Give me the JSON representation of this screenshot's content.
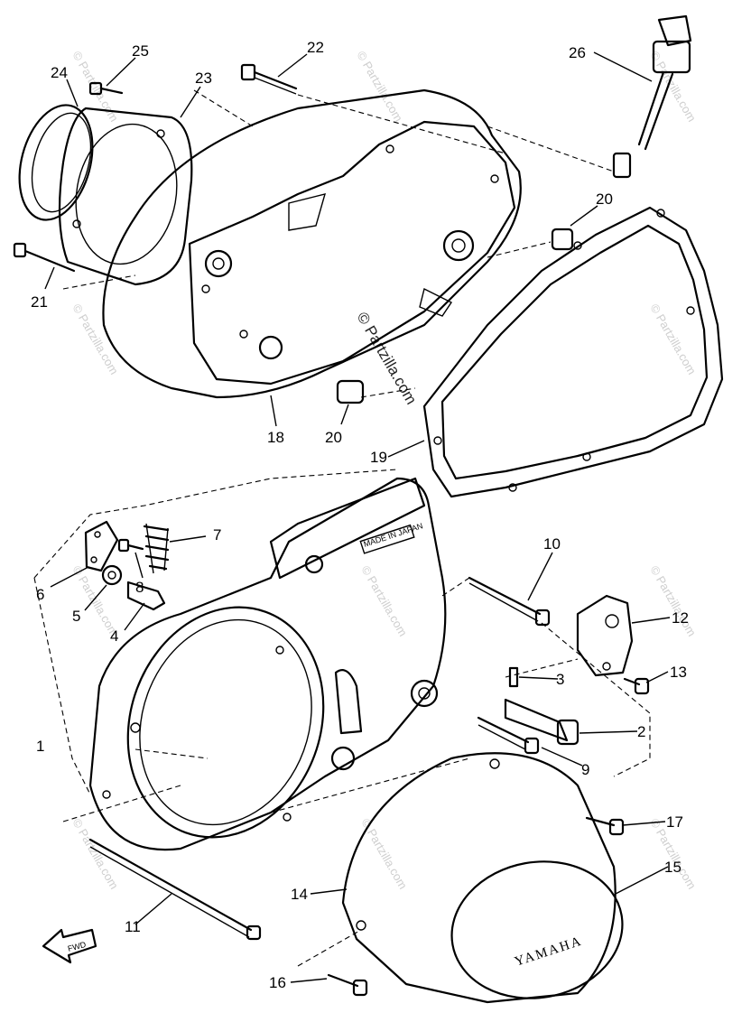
{
  "diagram": {
    "callouts": [
      {
        "id": "1",
        "label": "1"
      },
      {
        "id": "2",
        "label": "2"
      },
      {
        "id": "3",
        "label": "3"
      },
      {
        "id": "4",
        "label": "4"
      },
      {
        "id": "5",
        "label": "5"
      },
      {
        "id": "6",
        "label": "6"
      },
      {
        "id": "7",
        "label": "7"
      },
      {
        "id": "8",
        "label": "8"
      },
      {
        "id": "9",
        "label": "9"
      },
      {
        "id": "10",
        "label": "10"
      },
      {
        "id": "11",
        "label": "11"
      },
      {
        "id": "12",
        "label": "12"
      },
      {
        "id": "13",
        "label": "13"
      },
      {
        "id": "14",
        "label": "14"
      },
      {
        "id": "15",
        "label": "15"
      },
      {
        "id": "16",
        "label": "16"
      },
      {
        "id": "17",
        "label": "17"
      },
      {
        "id": "18",
        "label": "18"
      },
      {
        "id": "19",
        "label": "19"
      },
      {
        "id": "20a",
        "label": "20"
      },
      {
        "id": "20b",
        "label": "20"
      },
      {
        "id": "21",
        "label": "21"
      },
      {
        "id": "22",
        "label": "22"
      },
      {
        "id": "23",
        "label": "23"
      },
      {
        "id": "24",
        "label": "24"
      },
      {
        "id": "25",
        "label": "25"
      },
      {
        "id": "26",
        "label": "26"
      }
    ],
    "cover_brand": "YAMAHA",
    "case_marking": "MADE IN JAPAN",
    "direction_label": "FWD",
    "watermark": "© Partzilla.com"
  }
}
